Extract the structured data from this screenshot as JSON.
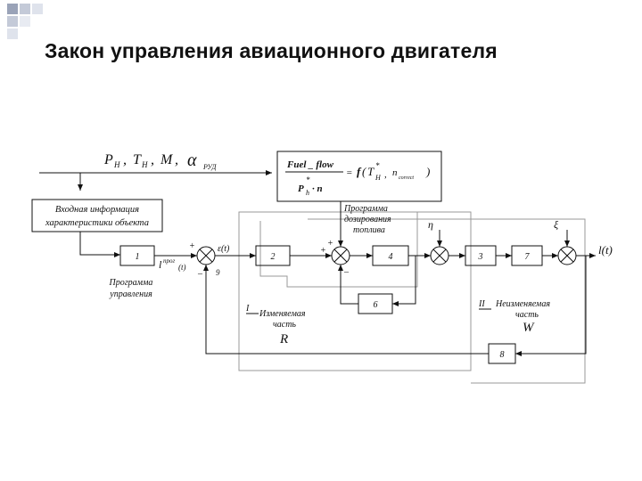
{
  "title": "Закон управления авиационного двигателя",
  "diagram": {
    "inputs_label": {
      "P": "P",
      "P_sub": "H",
      "T": "T",
      "T_sub": "H",
      "M": "M",
      "alpha": "α",
      "alpha_sub": "РУД",
      "sep": ","
    },
    "formula": {
      "num": "Fuel _ flow",
      "den_p": "P",
      "den_star": "*",
      "den_sub": "h",
      "den_rest": "· n",
      "rhs_eq": "=",
      "rhs_f": "f",
      "rhs_open": "(",
      "rhs_T": "T",
      "rhs_T_star": "*",
      "rhs_T_sub": "H",
      "rhs_comma": ",",
      "rhs_n": "n",
      "rhs_n_sub": "correct",
      "rhs_close": ")"
    },
    "input_info_block": [
      "Входная информация",
      "характеристики объекта"
    ],
    "fuel_program": [
      "Программа",
      "дозирования",
      "топлива"
    ],
    "control_program": [
      "Программа",
      "управления"
    ],
    "blocks": {
      "b1": "1",
      "b2": "2",
      "b3": "3",
      "b4": "4",
      "b6": "6",
      "b7": "7",
      "b8": "8"
    },
    "signals": {
      "eps": "ε(t)",
      "l_prog": "l",
      "l_prog_sup": "прог",
      "l_prog_arg": "(t)",
      "l_out": "l(t)",
      "eta": "η",
      "xi": "ξ",
      "nine": "9"
    },
    "signs": {
      "plus": "+",
      "minus": "–"
    },
    "variable_part": {
      "num": "I",
      "text": [
        "Изменяемая",
        "часть"
      ],
      "letter": "R"
    },
    "fixed_part": {
      "num": "II",
      "text": [
        "Неизменяемая",
        "часть"
      ],
      "letter": "W"
    }
  }
}
